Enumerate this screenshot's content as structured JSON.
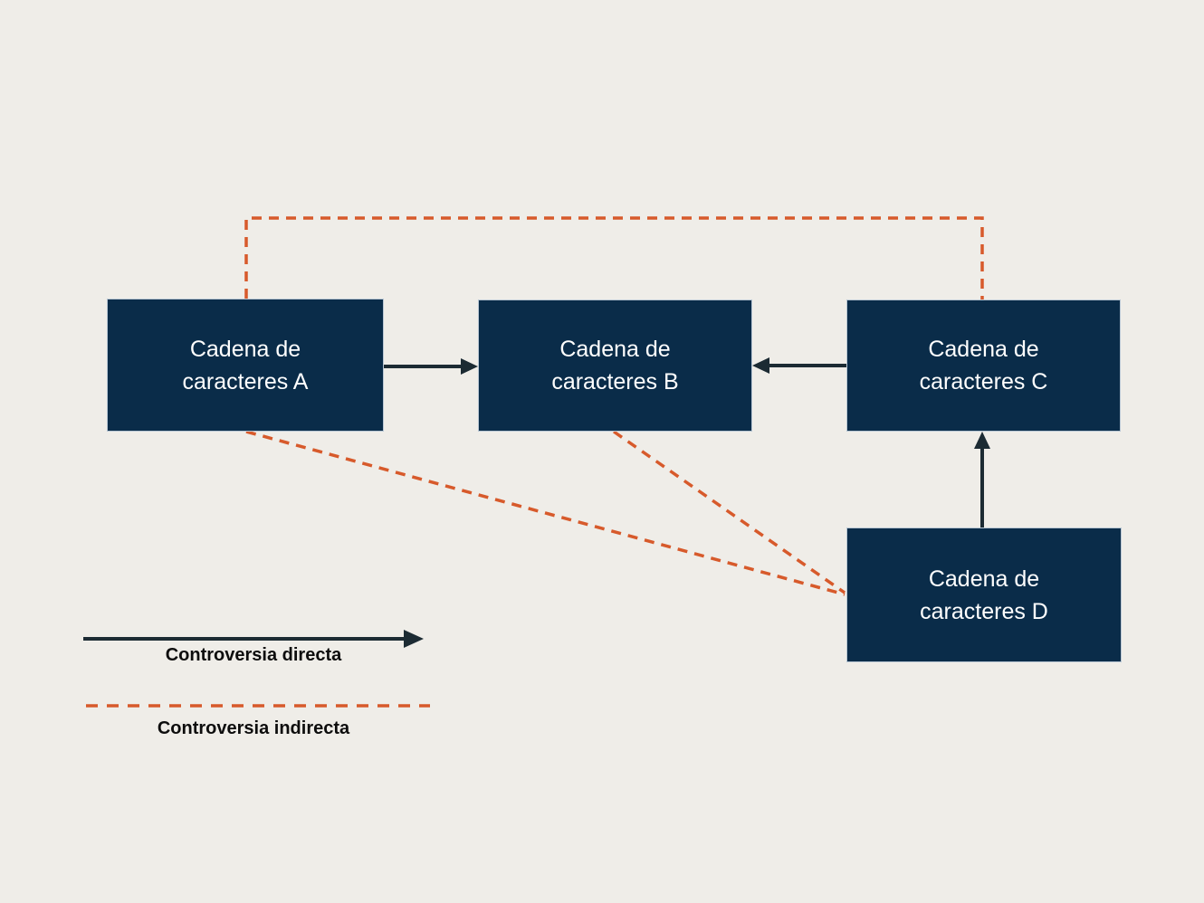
{
  "diagram": {
    "nodes": [
      {
        "id": "A",
        "label": "Cadena de caracteres A"
      },
      {
        "id": "B",
        "label": "Cadena de caracteres B"
      },
      {
        "id": "C",
        "label": "Cadena de caracteres C"
      },
      {
        "id": "D",
        "label": "Cadena de caracteres D"
      }
    ],
    "edges": [
      {
        "from": "A",
        "to": "B",
        "type": "controversia directa"
      },
      {
        "from": "C",
        "to": "B",
        "type": "controversia directa"
      },
      {
        "from": "D",
        "to": "C",
        "type": "controversia directa"
      },
      {
        "from": "A",
        "to": "C",
        "type": "controversia indirecta"
      },
      {
        "from": "A",
        "to": "D",
        "type": "controversia indirecta"
      },
      {
        "from": "B",
        "to": "D",
        "type": "controversia indirecta"
      }
    ]
  },
  "legend": {
    "direct_label": "Controversia directa",
    "indirect_label": "Controversia indirecta"
  },
  "colors": {
    "background": "#efede8",
    "node_fill": "#0a2c49",
    "node_text": "#ffffff",
    "direct_arrow": "#1c2b33",
    "indirect_line": "#d75a2b"
  }
}
